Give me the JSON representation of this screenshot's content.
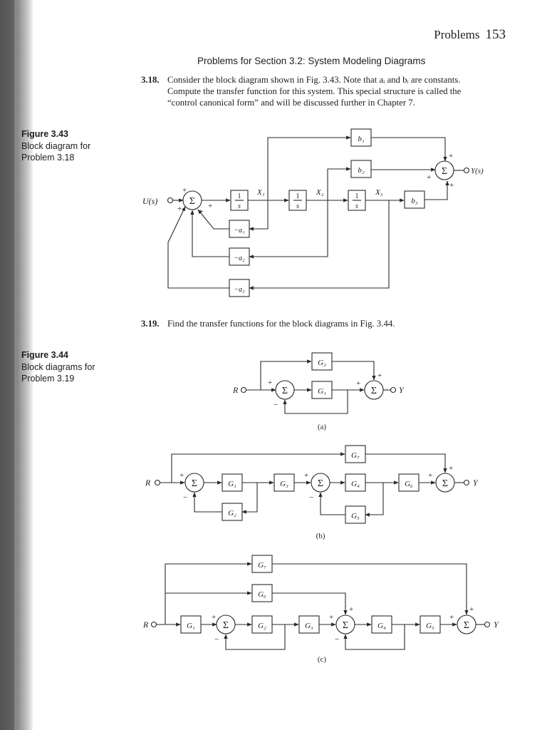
{
  "header": {
    "title": "Problems",
    "page_number": "153"
  },
  "section_title": "Problems for Section 3.2: System Modeling Diagrams",
  "problems": [
    {
      "number": "3.18.",
      "lines": [
        "Consider the block diagram shown in Fig. 3.43. Note that aᵢ and bᵢ are constants.",
        "Compute the transfer function for this system. This special structure is called the",
        "“control canonical form” and will be discussed further in Chapter 7."
      ]
    },
    {
      "number": "3.19.",
      "lines": [
        "Find the transfer functions for the block diagrams in Fig. 3.44."
      ]
    }
  ],
  "captions": [
    {
      "figure": "Figure 3.43",
      "line1": "Block diagram for",
      "line2": "Problem 3.18"
    },
    {
      "figure": "Figure 3.44",
      "line1": "Block diagrams for",
      "line2": "Problem 3.19"
    }
  ],
  "fig343": {
    "input": "U(s)",
    "output": "Y(s)",
    "sum": "Σ",
    "integrator": "1/s",
    "states": [
      "X₁",
      "X₂",
      "X₃"
    ],
    "b_blocks": [
      "b₁",
      "b₂",
      "b₃"
    ],
    "a_blocks": [
      "−a₁",
      "−a₂",
      "−a₃"
    ],
    "plus": "+"
  },
  "fig344": {
    "input": "R",
    "output": "Y",
    "sum": "Σ",
    "plus": "+",
    "minus": "−",
    "a": {
      "label": "(a)",
      "blocks": [
        "G₂",
        "G₁"
      ]
    },
    "b": {
      "label": "(b)",
      "blocks": [
        "G₇",
        "G₁",
        "G₂",
        "G₃",
        "G₄",
        "G₅",
        "G₆"
      ]
    },
    "c": {
      "label": "(c)",
      "blocks": [
        "G₇",
        "G₆",
        "G₁",
        "G₂",
        "G₃",
        "G₄",
        "G₅"
      ]
    }
  }
}
